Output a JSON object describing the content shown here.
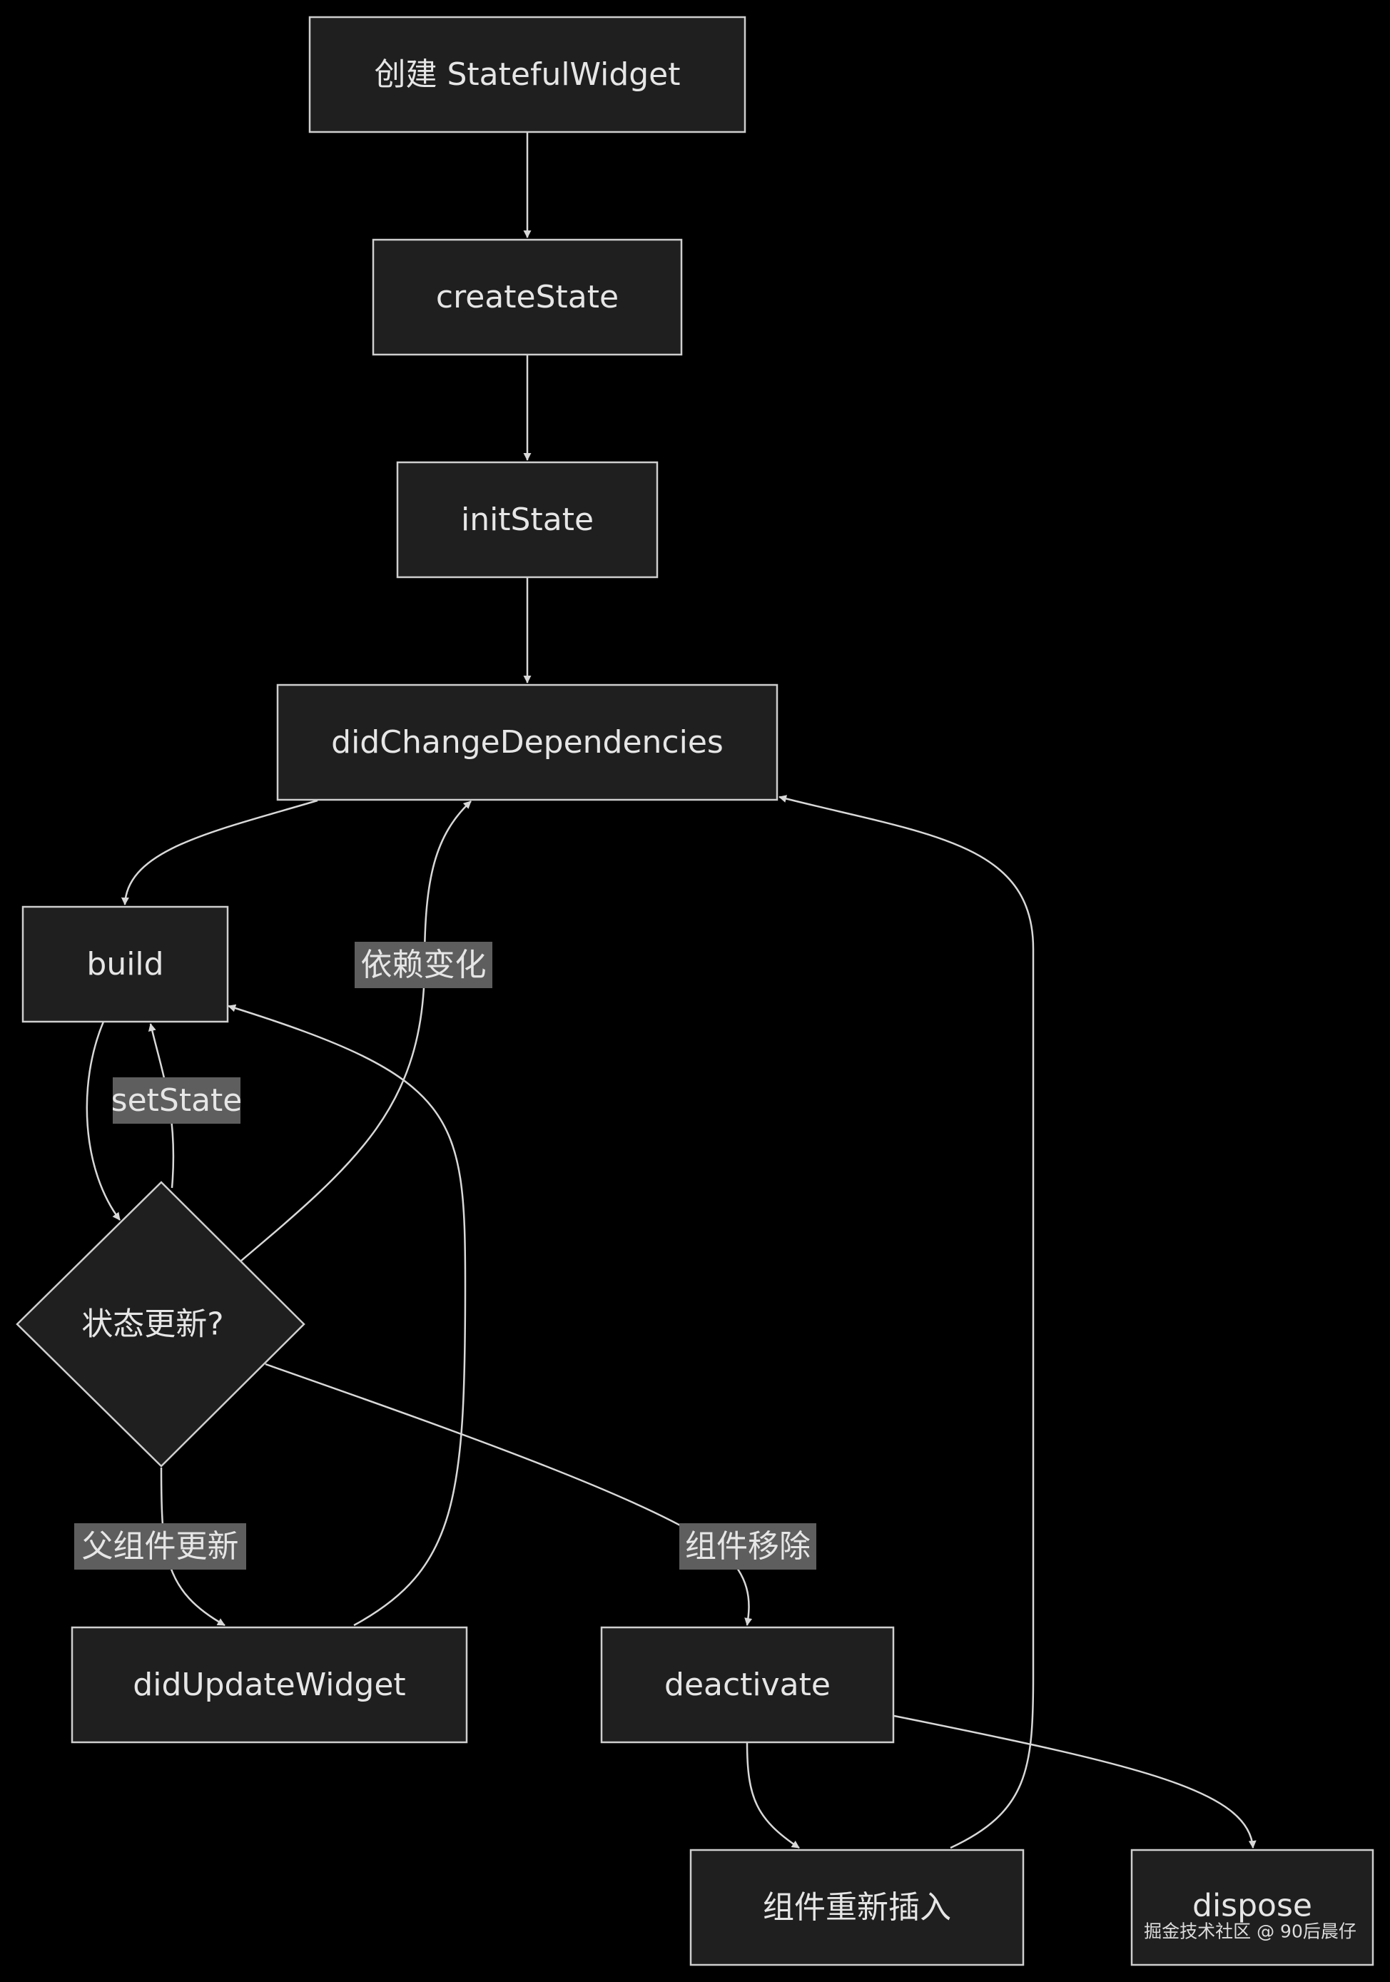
{
  "nodes": {
    "create_widget": "创建 StatefulWidget",
    "create_state": "createState",
    "init_state": "initState",
    "did_change_dependencies": "didChangeDependencies",
    "build": "build",
    "state_update": "状态更新?",
    "did_update_widget": "didUpdateWidget",
    "deactivate": "deactivate",
    "reinsert": "组件重新插入",
    "dispose": "dispose"
  },
  "edge_labels": {
    "dependency_change": "依赖变化",
    "set_state": "setState",
    "parent_update": "父组件更新",
    "component_removed": "组件移除"
  },
  "watermark": "掘金技术社区 @ 90后晨仔"
}
